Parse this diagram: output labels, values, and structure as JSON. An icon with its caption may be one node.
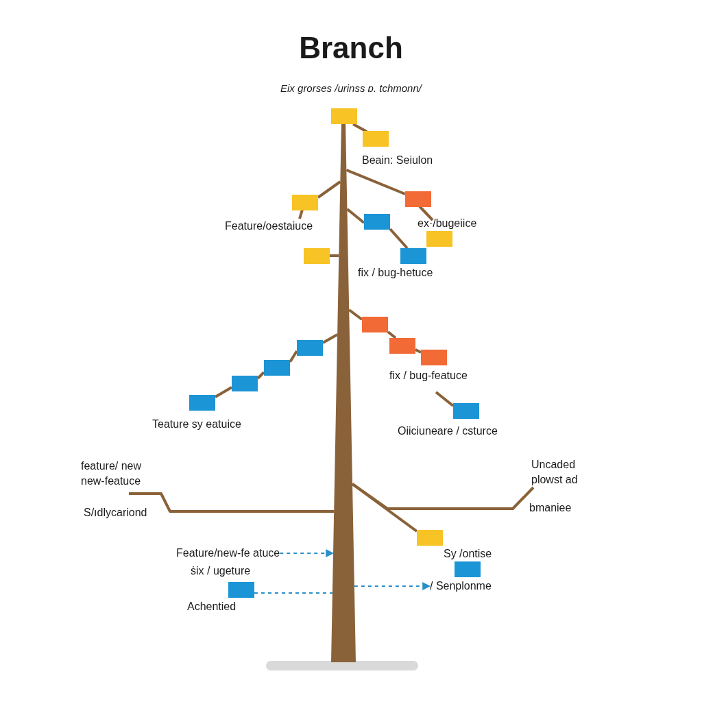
{
  "diagram": {
    "title": "Branch",
    "nodes": [
      {
        "text": [],
        "shape": "bar"
      },
      {
        "text": [],
        "shape": "box"
      },
      {
        "text": [],
        "shape": "box"
      },
      {
        "text": [],
        "shape": "box"
      },
      {
        "text": [],
        "shape": "box"
      },
      {
        "text": [],
        "shape": "box"
      },
      {
        "text": [],
        "shape": "box"
      },
      {
        "text": [],
        "shape": "box"
      },
      {
        "text": [],
        "shape": "box"
      },
      {
        "text": [],
        "shape": "box"
      },
      {
        "text": [],
        "shape": "box"
      },
      {
        "text": [],
        "shape": "box"
      },
      {
        "text": [],
        "shape": "box"
      },
      {
        "text": [],
        "shape": "box"
      },
      {
        "text": [],
        "shape": "box"
      },
      {
        "text": [],
        "shape": "box"
      },
      {
        "text": [],
        "shape": "box"
      },
      {
        "text": [],
        "shape": "box"
      },
      {
        "text": [],
        "shape": "box"
      },
      {
        "text": [],
        "shape": "box"
      },
      {
        "text": [
          "Feature/new-fe atuce"
        ]
      },
      {
        "text": [
          "/ Senplonme"
        ]
      },
      {
        "text": [
          "Feature/oestaiuce"
        ]
      },
      {
        "text": [
          "ex·/bugeiice"
        ]
      },
      {
        "text": [
          "Uncaded plowst ad"
        ]
      }
    ],
    "edges": [
      {
        "from": 1,
        "to": 2,
        "arrow": "none"
      },
      {
        "from": 0,
        "to": 3,
        "arrow": "none"
      },
      {
        "from": 3,
        "to": 22,
        "arrow": "none"
      },
      {
        "from": 0,
        "to": 4,
        "arrow": "none"
      },
      {
        "from": 4,
        "to": 23,
        "arrow": "none"
      },
      {
        "from": 0,
        "to": 5,
        "arrow": "none"
      },
      {
        "from": 5,
        "to": 7,
        "arrow": "none"
      },
      {
        "from": 0,
        "to": 8,
        "arrow": "none"
      },
      {
        "from": 0,
        "to": 9,
        "arrow": "none"
      },
      {
        "from": 9,
        "to": 10,
        "arrow": "none"
      },
      {
        "from": 10,
        "to": 11,
        "arrow": "none"
      },
      {
        "from": 0,
        "to": 12,
        "arrow": "none"
      },
      {
        "from": 12,
        "to": 13,
        "arrow": "none"
      },
      {
        "from": 13,
        "to": 14,
        "arrow": "none"
      },
      {
        "from": 14,
        "to": 15,
        "arrow": "none"
      },
      {
        "from": null,
        "to": 16,
        "arrow": "none"
      },
      {
        "from": 0,
        "to": null,
        "arrow": "none"
      },
      {
        "from": 0,
        "to": 24,
        "arrow": "none"
      },
      {
        "from": 0,
        "to": 17,
        "arrow": "none"
      },
      {
        "from": 20,
        "to": 0,
        "arrow": "to",
        "style": "dashed",
        "color": "#2a8fc8"
      },
      {
        "from": 19,
        "to": 0,
        "arrow": "none",
        "style": "dashed",
        "color": "#2a8fc8"
      },
      {
        "from": 0,
        "to": 21,
        "arrow": "to",
        "style": "dashed",
        "color": "#2a8fc8"
      }
    ],
    "labels": [
      "Eix grorses /urinss ɒ. tchmonn/",
      "Beain: Seiulon",
      "fix / bug-hetuce",
      "fix / bug-featuce",
      "Teature sy eatuice",
      "Oiiciuneare / csturce",
      "feature/ new new-featuce",
      "S/ıdlycariond",
      "bmaniee",
      "Sy /ontise",
      "ṡix / ugeture",
      "Achentied"
    ]
  }
}
